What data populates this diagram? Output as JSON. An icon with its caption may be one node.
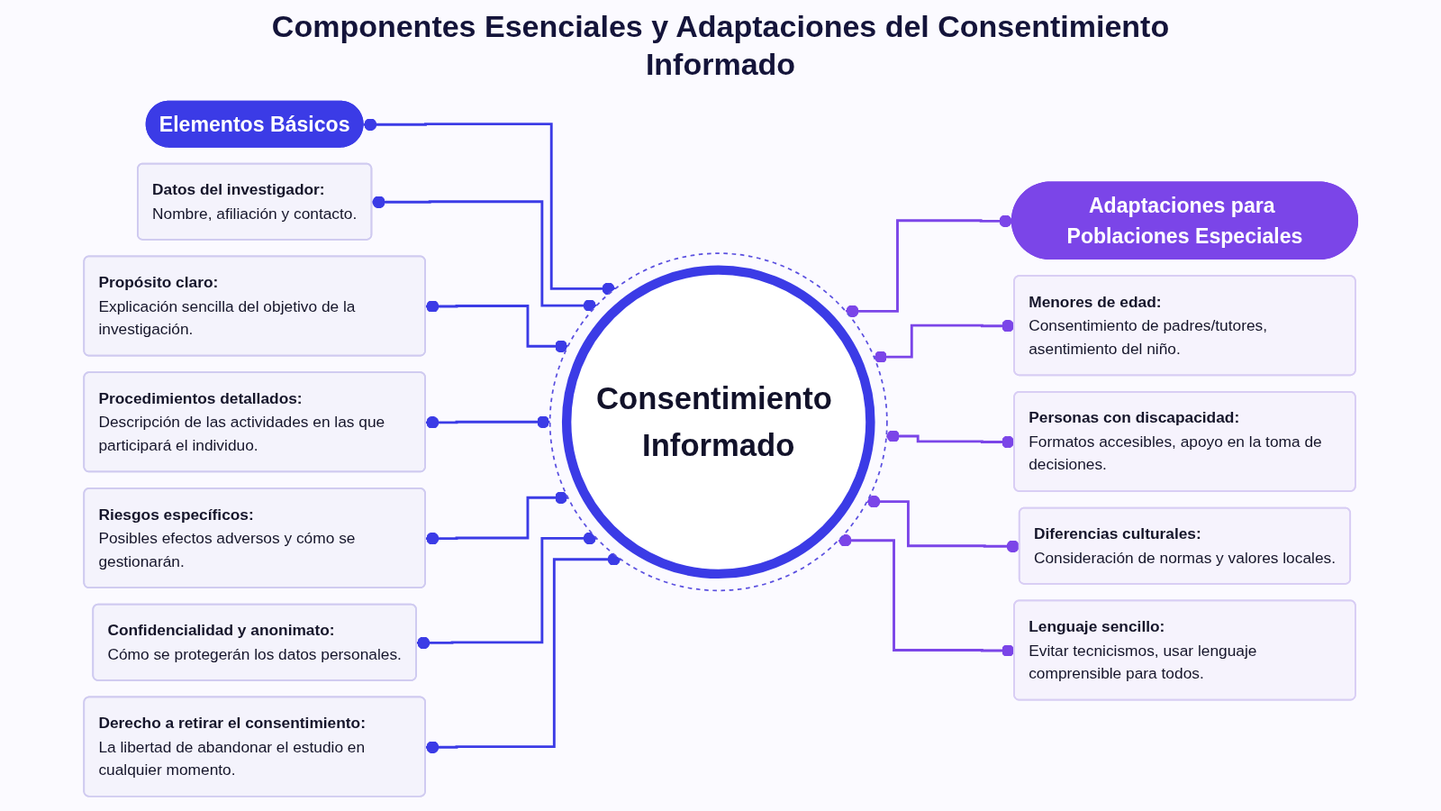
{
  "diagram": {
    "title": "Componentes Esenciales y Adaptaciones del Consentimiento Informado",
    "nodes": [
      {
        "text": [
          "Elementos Básicos"
        ]
      },
      {
        "text": [
          "Datos del investigador:",
          "Nombre, afiliación y contacto."
        ]
      },
      {
        "text": [
          "Propósito claro:",
          "Explicación sencilla del objetivo de la investigación."
        ]
      },
      {
        "text": [
          "Procedimientos detallados:",
          "Descripción de las actividades en las que participará el individuo."
        ]
      },
      {
        "text": [
          "Riesgos específicos:",
          "Posibles efectos adversos y cómo se gestionarán."
        ]
      },
      {
        "text": [
          "Confidencialidad y anonimato:",
          "Cómo se protegerán los datos personales."
        ]
      },
      {
        "text": [
          "Derecho a retirar el consentimiento:",
          "La libertad de abandonar el estudio en cualquier momento."
        ]
      },
      {
        "text": [
          "Consentimiento Informado"
        ]
      },
      {
        "text": [
          "Adaptaciones para Poblaciones Especiales"
        ]
      },
      {
        "text": [
          "Menores de edad:",
          "Consentimiento de padres/tutores, asentimiento del niño."
        ]
      },
      {
        "text": [
          "Personas con discapacidad:",
          "Formatos accesibles, apoyo en la toma de decisiones."
        ]
      },
      {
        "text": [
          "Diferencias culturales:",
          "Consideración de normas y valores locales."
        ]
      },
      {
        "text": [
          "Lenguaje sencillo:",
          "Evitar tecnicismos, usar lenguaje comprensible para todos."
        ]
      }
    ],
    "edges": [
      {
        "from": 0,
        "to": 7,
        "arrow": "other"
      },
      {
        "from": 1,
        "to": 7,
        "arrow": "other"
      },
      {
        "from": 2,
        "to": 7,
        "arrow": "other"
      },
      {
        "from": 3,
        "to": 7,
        "arrow": "other"
      },
      {
        "from": 4,
        "to": 7,
        "arrow": "other"
      },
      {
        "from": 5,
        "to": 7,
        "arrow": "other"
      },
      {
        "from": 6,
        "to": 7,
        "arrow": "other"
      },
      {
        "from": 7,
        "to": 8,
        "arrow": "other",
        "color": "#7b45e8"
      },
      {
        "from": 7,
        "to": 9,
        "arrow": "other",
        "color": "#7b45e8"
      },
      {
        "from": 7,
        "to": 10,
        "arrow": "other",
        "color": "#7b45e8"
      },
      {
        "from": 7,
        "to": 11,
        "arrow": "other",
        "color": "#7b45e8"
      },
      {
        "from": 7,
        "to": 12,
        "arrow": "other",
        "color": "#7b45e8"
      }
    ]
  }
}
